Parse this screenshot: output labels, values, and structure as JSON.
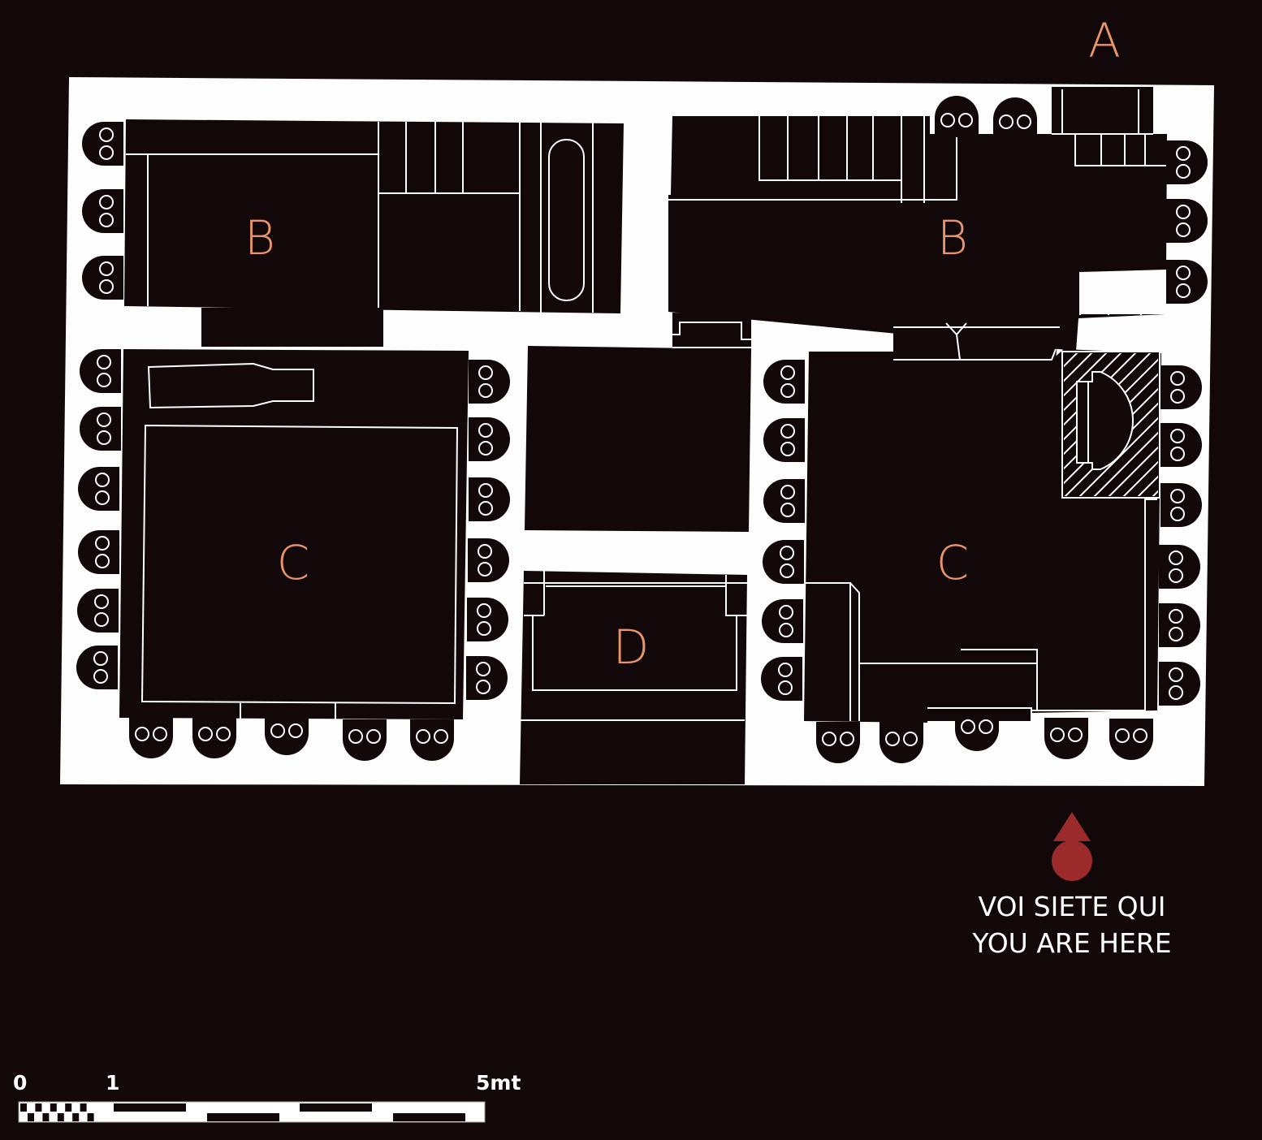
{
  "colors": {
    "background": "#120809",
    "floor": "#fdfdfd",
    "label": "#e8956a",
    "marker": "#9b2a2a"
  },
  "areas": {
    "a": "A",
    "b_left": "B",
    "b_right": "B",
    "c_left": "C",
    "c_right": "C",
    "d": "D"
  },
  "you_are_here": {
    "line_it": "VOI SIETE QUI",
    "line_en": "YOU ARE HERE"
  },
  "scale": {
    "zero": "0",
    "one": "1",
    "five": "5mt"
  }
}
